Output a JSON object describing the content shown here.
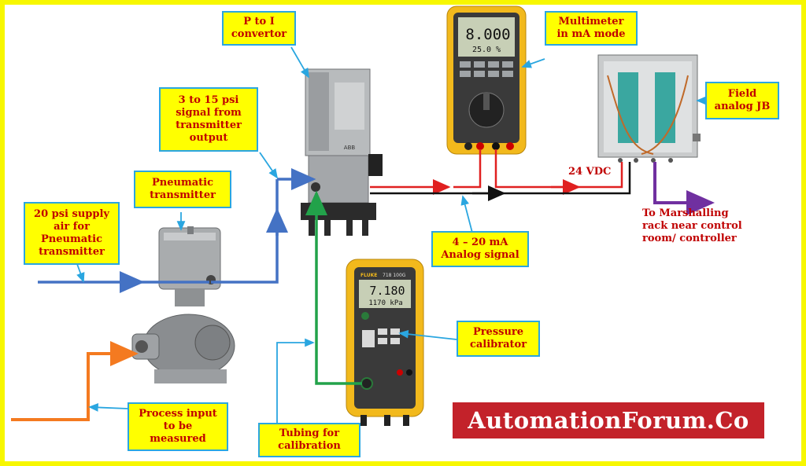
{
  "labels": {
    "p_to_i": "P to I\nconvertor",
    "multimeter": "Multimeter\nin mA mode",
    "signal_3_15": "3 to 15 psi\nsignal from\ntransmitter\noutput",
    "field_jb": "Field\nanalog JB",
    "pneumatic_tx": "Pneumatic\ntransmitter",
    "supply_air": "20 psi supply\nair for\nPneumatic\ntransmitter",
    "vdc": "24 VDC",
    "marshalling": "To Marshalling\nrack near control\nroom/ controller",
    "analog_4_20": "4 – 20 mA\nAnalog signal",
    "pressure_cal": "Pressure\ncalibrator",
    "process_input": "Process input\nto be\nmeasured",
    "tubing": "Tubing for\ncalibration"
  },
  "multimeter_display": {
    "main": "8.000",
    "sub": "25.0 %"
  },
  "calibrator_display": {
    "main": "7.180",
    "sub": "1170 kPa"
  },
  "device_text": {
    "fluke_brand": "FLUKE",
    "fluke_calibrator_model": "718 100G",
    "abb_brand": "ABB"
  },
  "brand": {
    "watermark": "AutomationForum.Co"
  },
  "colors": {
    "border": "#f7f700",
    "label_bg": "#ffff00",
    "label_border": "#2aa6e0",
    "label_text": "#c00000",
    "air_line": "#4472c4",
    "signal_red": "#e02020",
    "signal_black": "#111111",
    "tubing_green": "#22a24a",
    "process_orange": "#f47a20",
    "marshalling_purple": "#7030a0",
    "leader_blue": "#2aa6e0",
    "logo_bg": "#c3222a"
  }
}
